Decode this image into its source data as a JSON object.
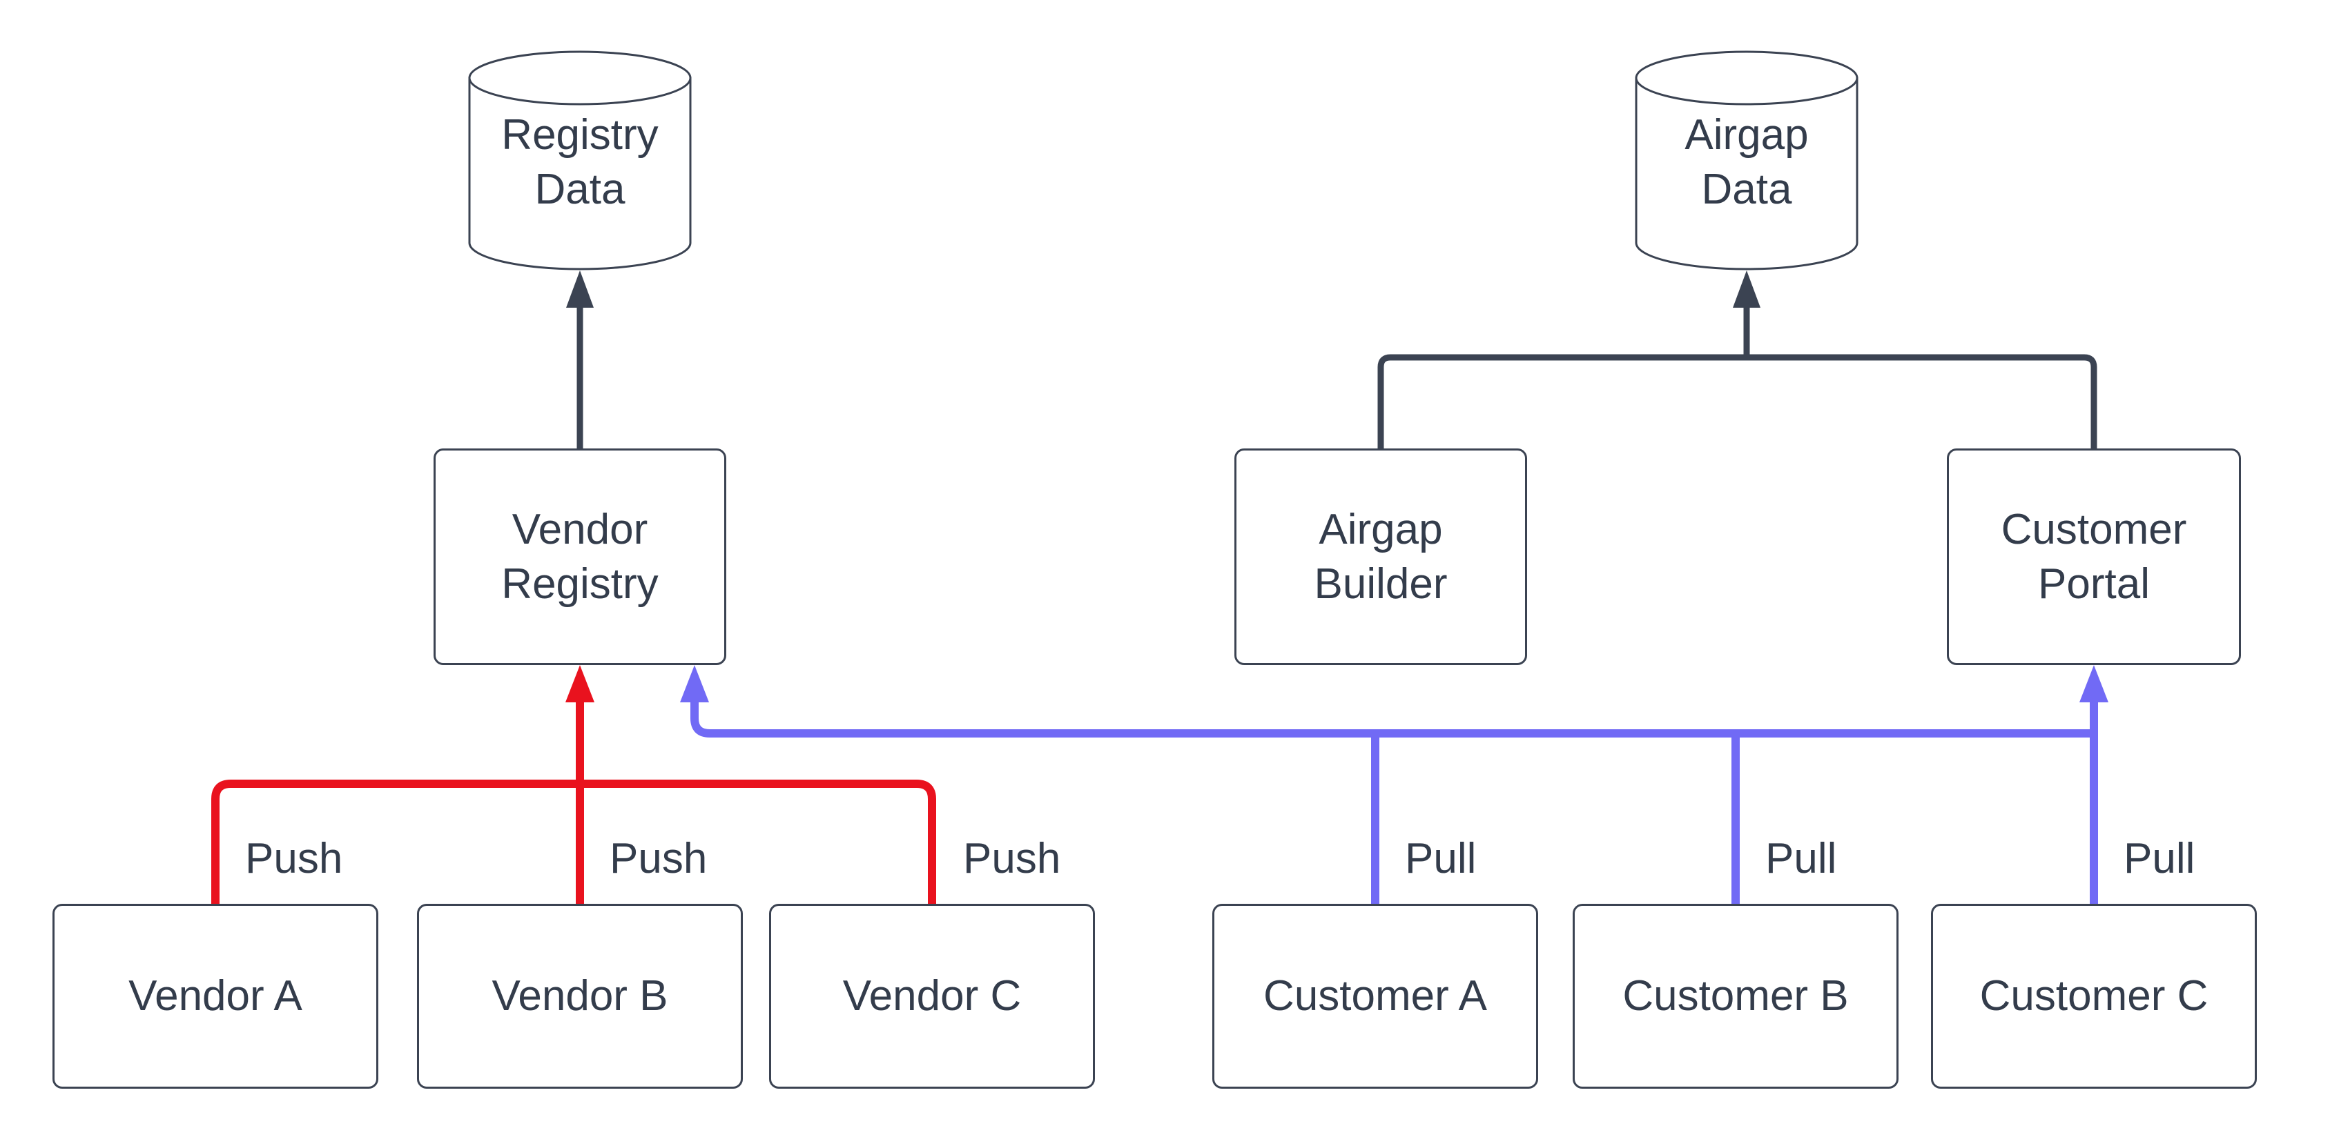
{
  "diagram": {
    "background": "#ffffff",
    "colors": {
      "node_border": "#3b4352",
      "node_text": "#333c4b",
      "flow_line": "#3b4352",
      "push_line": "#e9121e",
      "pull_line": "#716af5"
    },
    "nodes": {
      "registry_data": {
        "type": "cylinder",
        "label": "Registry\nData"
      },
      "airgap_data": {
        "type": "cylinder",
        "label": "Airgap\nData"
      },
      "vendor_registry": {
        "type": "box",
        "label": "Vendor\nRegistry"
      },
      "airgap_builder": {
        "type": "box",
        "label": "Airgap\nBuilder"
      },
      "customer_portal": {
        "type": "box",
        "label": "Customer\nPortal"
      },
      "vendor_a": {
        "type": "box",
        "label": "Vendor A"
      },
      "vendor_b": {
        "type": "box",
        "label": "Vendor B"
      },
      "vendor_c": {
        "type": "box",
        "label": "Vendor C"
      },
      "customer_a": {
        "type": "box",
        "label": "Customer A"
      },
      "customer_b": {
        "type": "box",
        "label": "Customer B"
      },
      "customer_c": {
        "type": "box",
        "label": "Customer C"
      }
    },
    "edge_labels": {
      "push_a": "Push",
      "push_b": "Push",
      "push_c": "Push",
      "pull_a": "Pull",
      "pull_b": "Pull",
      "pull_c": "Pull"
    },
    "edges": [
      {
        "from": "Vendor Registry",
        "to": "Registry Data",
        "style": "flow",
        "arrow": true
      },
      {
        "from": "Airgap Builder",
        "to": "Airgap Data",
        "style": "flow",
        "arrow": true
      },
      {
        "from": "Customer Portal",
        "to": "Airgap Data",
        "style": "flow",
        "arrow": true
      },
      {
        "from": "Vendor A",
        "to": "Vendor Registry",
        "label": "Push",
        "style": "push",
        "arrow": true
      },
      {
        "from": "Vendor B",
        "to": "Vendor Registry",
        "label": "Push",
        "style": "push",
        "arrow": true
      },
      {
        "from": "Vendor C",
        "to": "Vendor Registry",
        "label": "Push",
        "style": "push",
        "arrow": true
      },
      {
        "from": "Customer A",
        "to": "Vendor Registry",
        "label": "Pull",
        "style": "pull",
        "arrow": true
      },
      {
        "from": "Customer B",
        "to": "Vendor Registry",
        "label": "Pull",
        "style": "pull",
        "arrow": true
      },
      {
        "from": "Customer C",
        "to": "Customer Portal",
        "label": "Pull",
        "style": "pull",
        "arrow": true
      }
    ]
  }
}
